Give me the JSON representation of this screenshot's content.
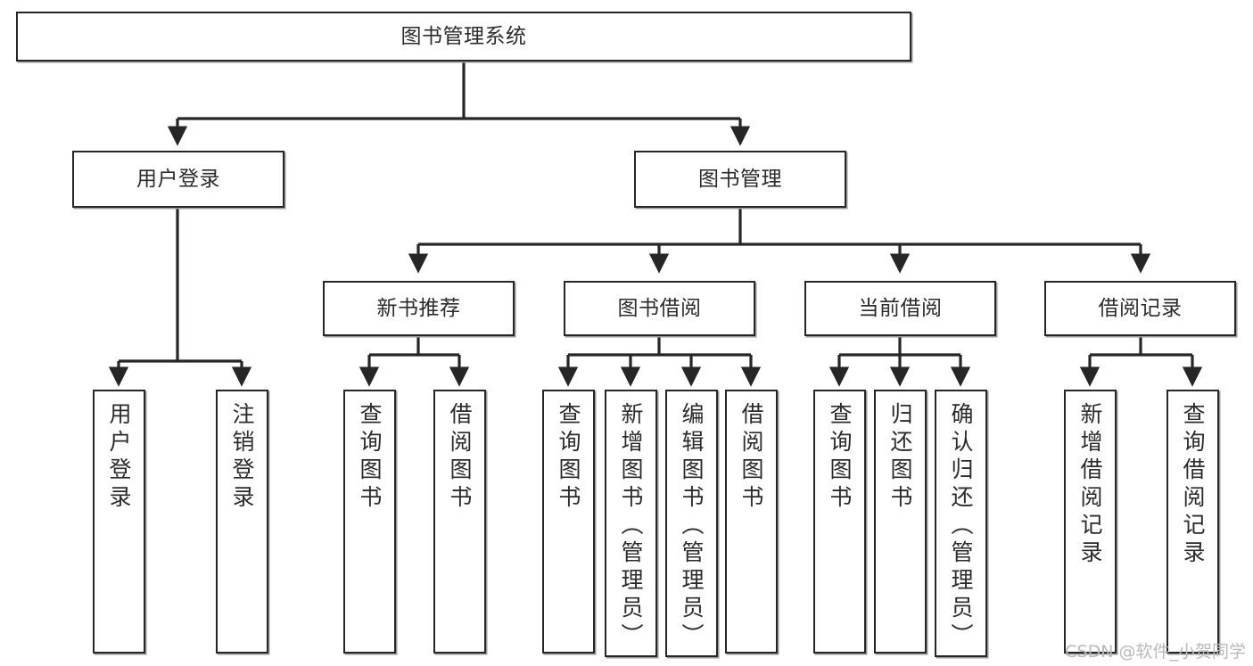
{
  "diagram": {
    "title": "图书管理系统",
    "type": "tree",
    "watermark": "CSDN @软件_小贺同学",
    "edge_color": "#262626",
    "node_border_color": "#262626",
    "node_fill_color": "#ffffff",
    "text_color": "#2b2b2b",
    "nodes": {
      "root": {
        "label": "图书管理系统",
        "level": 1
      },
      "l2": [
        {
          "id": "user-login",
          "label": "用户登录",
          "level": 2
        },
        {
          "id": "book-manage",
          "label": "图书管理",
          "level": 2
        }
      ],
      "l3": [
        {
          "id": "new-book-recommend",
          "label": "新书推荐",
          "level": 3,
          "parent": "book-manage"
        },
        {
          "id": "book-borrow",
          "label": "图书借阅",
          "level": 3,
          "parent": "book-manage"
        },
        {
          "id": "current-borrow",
          "label": "当前借阅",
          "level": 3,
          "parent": "book-manage"
        },
        {
          "id": "borrow-record",
          "label": "借阅记录",
          "level": 3,
          "parent": "book-manage"
        }
      ],
      "leaves": [
        {
          "id": "leaf-user-login",
          "label": "用户登录",
          "parent": "user-login"
        },
        {
          "id": "leaf-user-logout",
          "label": "注销登录",
          "parent": "user-login"
        },
        {
          "id": "leaf-query-book-1",
          "label": "查询图书",
          "parent": "new-book-recommend"
        },
        {
          "id": "leaf-borrow-book-1",
          "label": "借阅图书",
          "parent": "new-book-recommend"
        },
        {
          "id": "leaf-query-book-2",
          "label": "查询图书",
          "parent": "book-borrow"
        },
        {
          "id": "leaf-add-book",
          "label": "新增图书（管理员）",
          "parent": "book-borrow"
        },
        {
          "id": "leaf-edit-book",
          "label": "编辑图书（管理员）",
          "parent": "book-borrow"
        },
        {
          "id": "leaf-borrow-book-2",
          "label": "借阅图书",
          "parent": "book-borrow"
        },
        {
          "id": "leaf-query-book-3",
          "label": "查询图书",
          "parent": "current-borrow"
        },
        {
          "id": "leaf-return-book",
          "label": "归还图书",
          "parent": "current-borrow"
        },
        {
          "id": "leaf-confirm-return",
          "label": "确认归还（管理员）",
          "parent": "current-borrow"
        },
        {
          "id": "leaf-add-record",
          "label": "新增借阅记录",
          "parent": "borrow-record"
        },
        {
          "id": "leaf-query-record",
          "label": "查询借阅记录",
          "parent": "borrow-record"
        }
      ]
    }
  }
}
